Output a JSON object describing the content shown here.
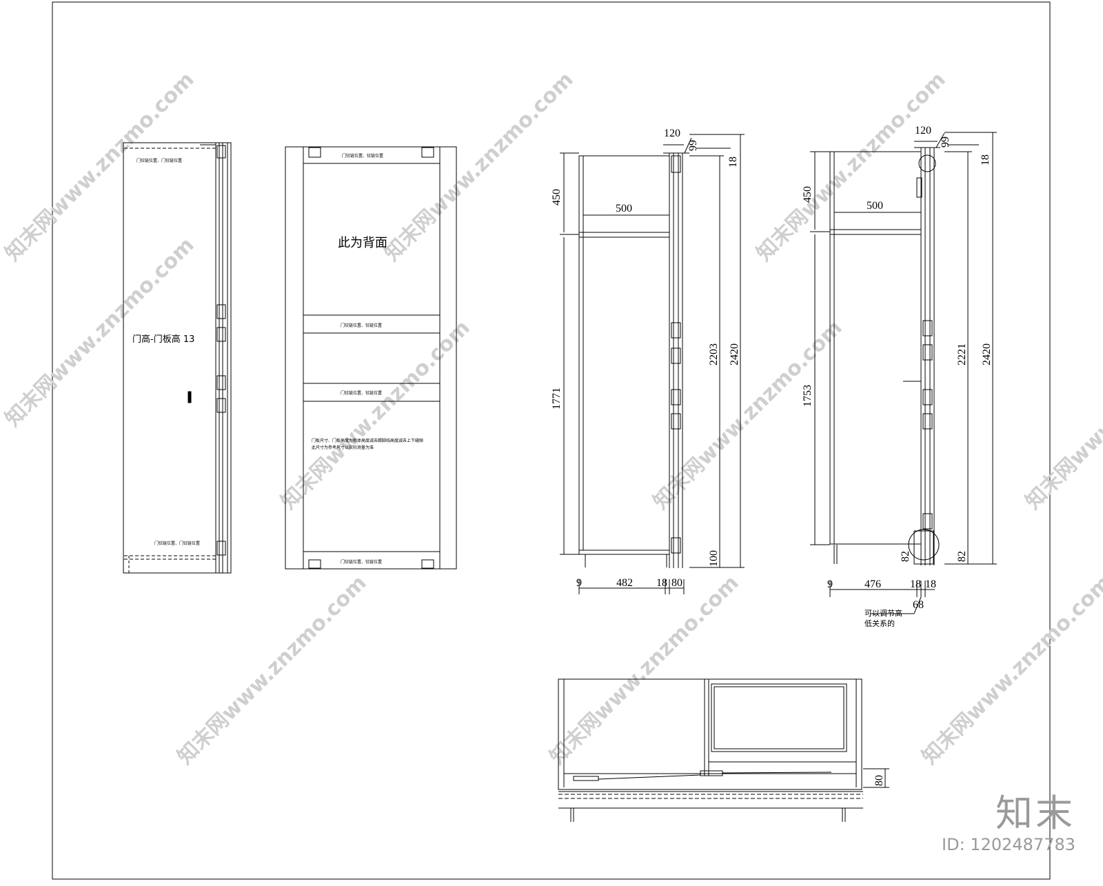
{
  "watermark": {
    "text": "知末网www.znzmo.com"
  },
  "brand": {
    "logo": "知末",
    "id_text": "ID: 1202487783"
  },
  "front_view": {
    "label": "门高-门板高 13",
    "note_top": "门铰链位置、门铰链位置",
    "note_bottom": "门铰链位置、门铰链位置"
  },
  "back_view": {
    "label": "此为背面",
    "note_top": "门铰链位置、铰链位置",
    "note_mid1": "门铰链位置、铰链位置",
    "note_mid2": "门铰链位置、铰链位置",
    "note_bottom": "门铰链位置、铰链位置",
    "note_body_1": "门板尺寸、门板高度为柜体高度减去踢脚线高度减去上下缝隙",
    "note_body_2": "此尺寸为参考尺寸以实际测量为准"
  },
  "side_view_1": {
    "dims": {
      "top_width": "120",
      "top_right": "99",
      "top_right_small": "18",
      "upper_height": "450",
      "inner_width": "500",
      "lower_height": "1771",
      "door_height": "2203",
      "total_height": "2420",
      "base_height": "100",
      "bottom_left": "9",
      "bottom_width": "482",
      "bottom_a": "18",
      "bottom_b": "80"
    }
  },
  "side_view_2": {
    "dims": {
      "top_width": "120",
      "top_right": "99",
      "top_right_small": "18",
      "upper_height": "450",
      "inner_width": "500",
      "lower_height": "1753",
      "door_height": "2221",
      "total_height": "2420",
      "base_left": "82",
      "base_right": "82",
      "bottom_left": "9",
      "bottom_width": "476",
      "bottom_a": "18",
      "bottom_b": "18",
      "bottom_c": "68"
    },
    "note_1": "可以调节高",
    "note_2": "低关系的"
  },
  "plan_view": {
    "dims": {
      "right_height": "80"
    }
  }
}
